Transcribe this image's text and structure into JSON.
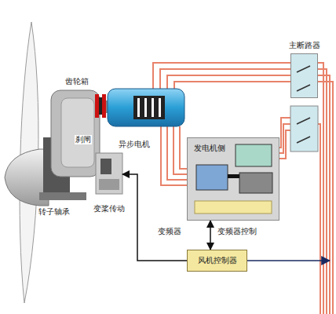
{
  "diagram": {
    "nodes": [
      {
        "text": [
          "主断路器"
        ]
      },
      {
        "text": [
          "发电机侧"
        ]
      },
      {
        "text": [
          "风机控制器"
        ]
      },
      {
        "text": [
          "变桨传动"
        ]
      }
    ],
    "edges": [
      {
        "from": 2,
        "to": 1,
        "arrow": "both"
      },
      {
        "from": 2,
        "to": 3,
        "arrow": "to"
      }
    ],
    "labels": [
      "齿轮箱",
      "刹闸",
      "异步电机",
      "转子轴承",
      "变频器",
      "变频器控制"
    ]
  }
}
